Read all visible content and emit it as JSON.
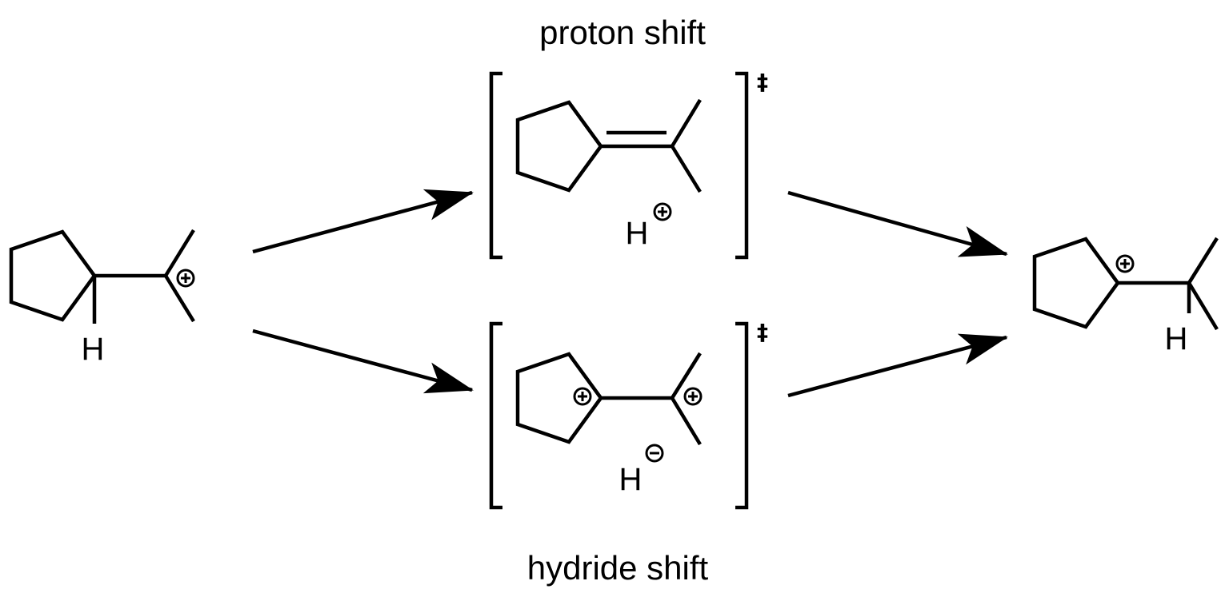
{
  "captions": {
    "top": "proton shift",
    "bottom": "hydride shift"
  },
  "atoms": {
    "h": "H"
  },
  "symbols": {
    "transition_state": "‡"
  }
}
